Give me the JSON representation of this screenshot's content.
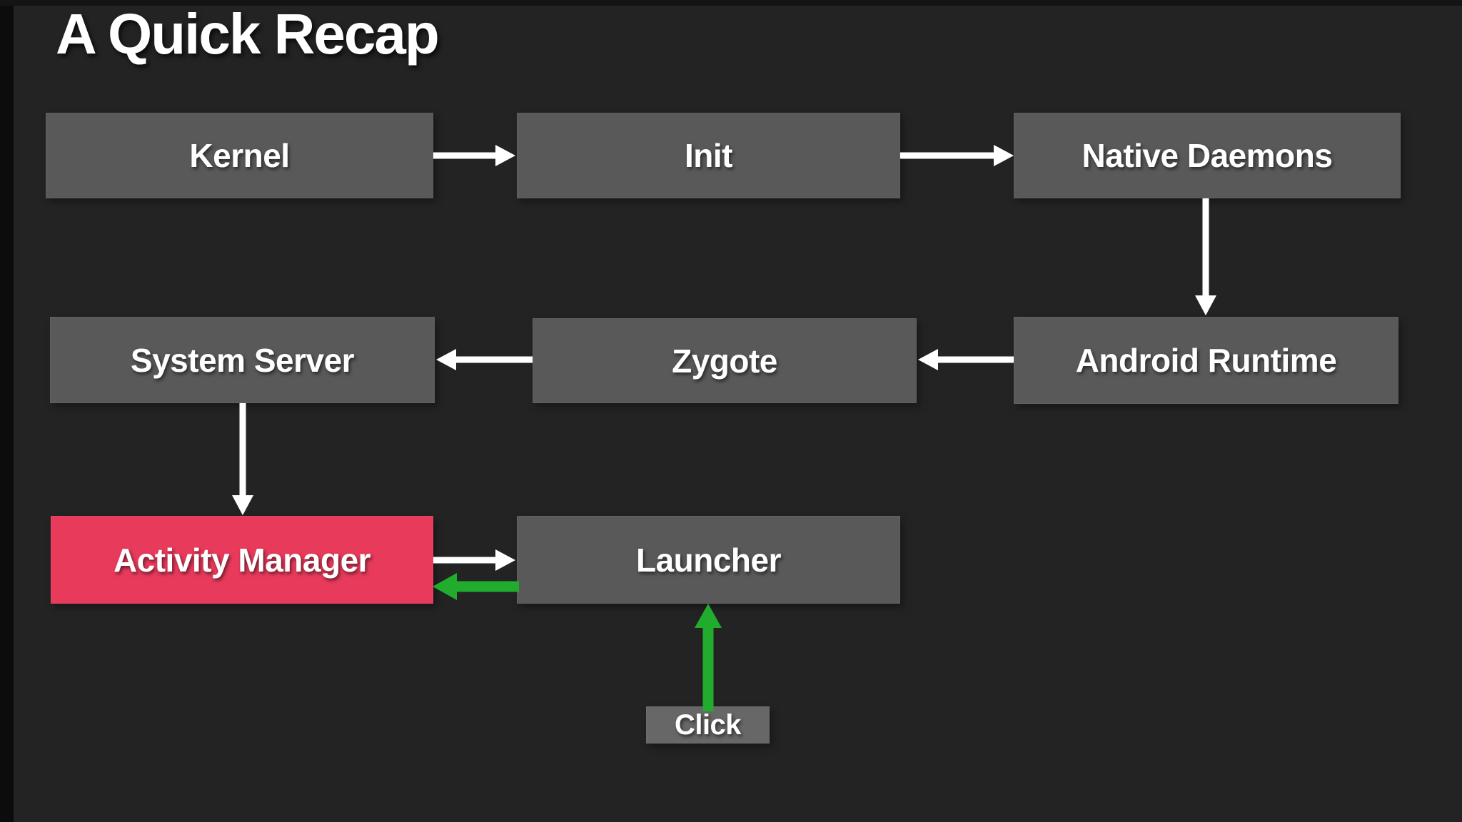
{
  "slide": {
    "title": "A Quick Recap"
  },
  "colors": {
    "background": "#242324",
    "letterbox": "#0c0c0c",
    "node_fill": "#595959",
    "click_fill": "#676767",
    "highlight_fill": "#E83A5B",
    "text": "#FFFFFF",
    "arrow_white": "#FFFFFF",
    "arrow_green": "#21AC2E"
  },
  "nodes": [
    {
      "id": "kernel",
      "label": "Kernel",
      "highlighted": false
    },
    {
      "id": "init",
      "label": "Init",
      "highlighted": false
    },
    {
      "id": "native-daemons",
      "label": "Native Daemons",
      "highlighted": false
    },
    {
      "id": "system-server",
      "label": "System Server",
      "highlighted": false
    },
    {
      "id": "zygote",
      "label": "Zygote",
      "highlighted": false
    },
    {
      "id": "android-runtime",
      "label": "Android Runtime",
      "highlighted": false
    },
    {
      "id": "activity-manager",
      "label": "Activity Manager",
      "highlighted": true
    },
    {
      "id": "launcher",
      "label": "Launcher",
      "highlighted": false
    },
    {
      "id": "click",
      "label": "Click",
      "highlighted": false
    }
  ],
  "edges": [
    {
      "from": "Kernel",
      "to": "Init",
      "color": "white"
    },
    {
      "from": "Init",
      "to": "Native Daemons",
      "color": "white"
    },
    {
      "from": "Native Daemons",
      "to": "Android Runtime",
      "color": "white"
    },
    {
      "from": "Android Runtime",
      "to": "Zygote",
      "color": "white"
    },
    {
      "from": "Zygote",
      "to": "System Server",
      "color": "white"
    },
    {
      "from": "System Server",
      "to": "Activity Manager",
      "color": "white"
    },
    {
      "from": "Activity Manager",
      "to": "Launcher",
      "color": "white"
    },
    {
      "from": "Launcher",
      "to": "Activity Manager",
      "color": "green"
    },
    {
      "from": "Click",
      "to": "Launcher",
      "color": "green"
    }
  ]
}
